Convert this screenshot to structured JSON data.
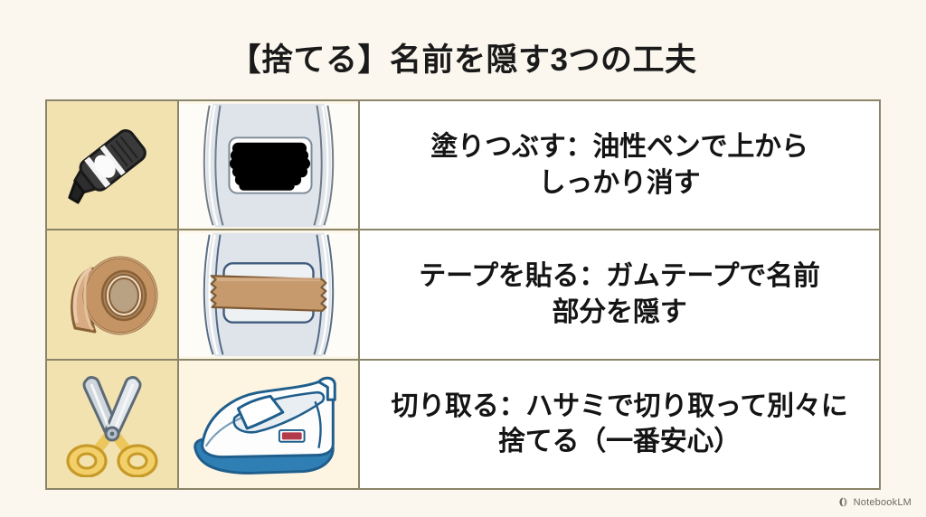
{
  "slide": {
    "title": "【捨てる】名前を隠す3つの工夫",
    "background_color": "#fbf7ee",
    "accent_color": "#f2e2b0",
    "border_color": "#8a8468"
  },
  "table": {
    "columns": [
      "tool-icon",
      "example-photo",
      "description"
    ],
    "rows": [
      {
        "icon_name": "marker-pen-icon",
        "photo_name": "shoe-nametag-blacked-out-photo",
        "line1": "塗りつぶす：油性ペンで上から",
        "line2": "しっかり消す"
      },
      {
        "icon_name": "packing-tape-roll-icon",
        "photo_name": "shoe-nametag-covered-with-tape-photo",
        "line1": "テープを貼る：ガムテープで名前",
        "line2": "部分を隠す"
      },
      {
        "icon_name": "scissors-icon",
        "photo_name": "school-indoor-shoe-photo",
        "line1": "切り取る：ハサミで切り取って別々に",
        "line2": "捨てる（一番安心）"
      }
    ]
  },
  "watermark": {
    "label": "NotebookLM",
    "icon_name": "notebooklm-icon"
  }
}
